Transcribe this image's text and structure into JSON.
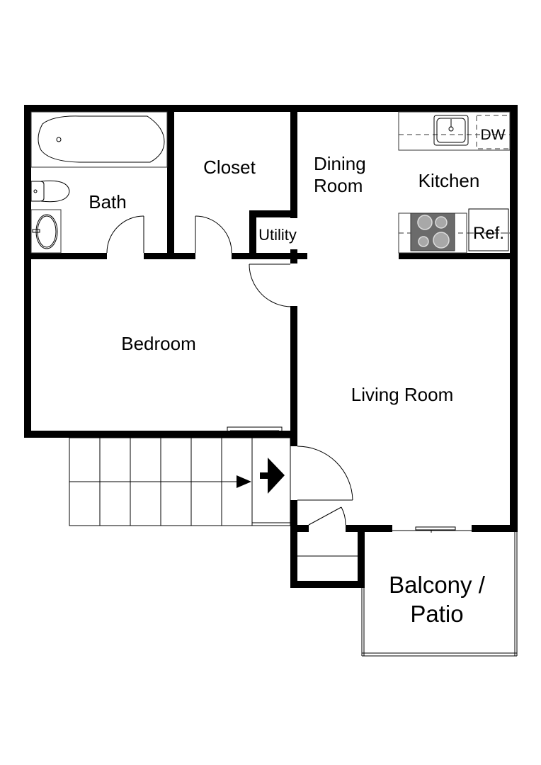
{
  "floorplan": {
    "rooms": {
      "bath": "Bath",
      "closet": "Closet",
      "utility": "Utility",
      "dining_line1": "Dining",
      "dining_line2": "Room",
      "kitchen": "Kitchen",
      "bedroom": "Bedroom",
      "living_room": "Living Room",
      "balcony_line1": "Balcony /",
      "balcony_line2": "Patio"
    },
    "fixtures": {
      "dishwasher": "DW",
      "refrigerator": "Ref."
    },
    "colors": {
      "wall": "#000000",
      "background": "#ffffff",
      "stove": "#6b6b6b",
      "burner": "#a8a8a8"
    }
  }
}
